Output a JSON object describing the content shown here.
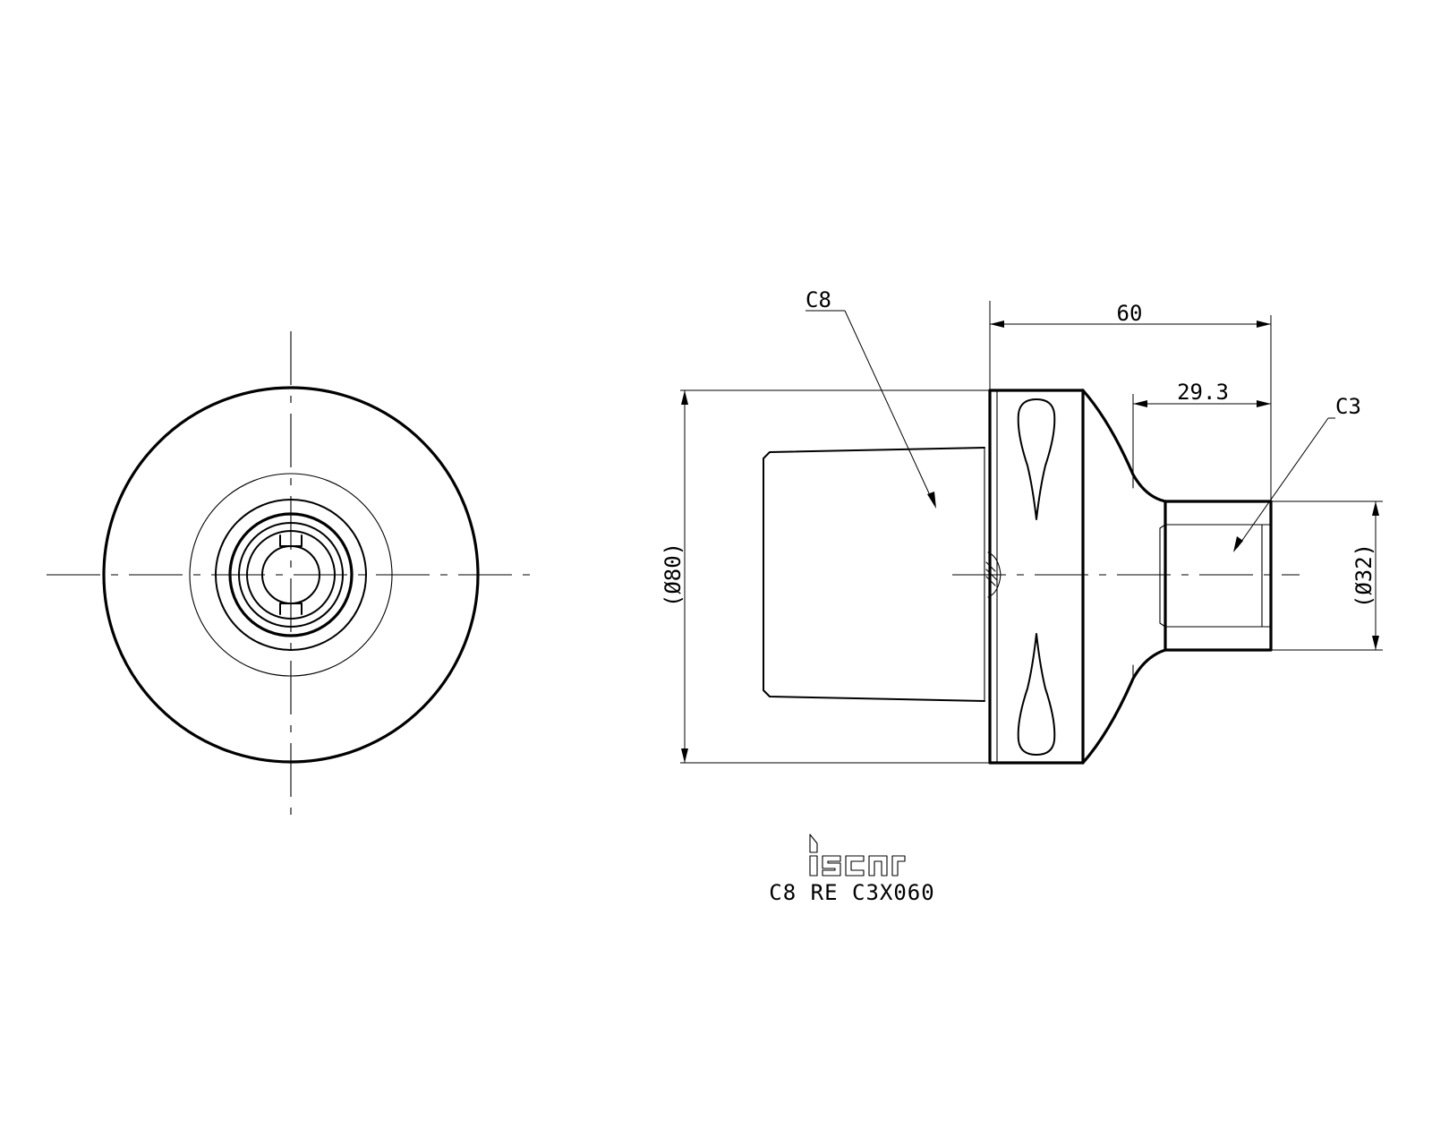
{
  "drawing": {
    "labels": {
      "conn_left": "C8",
      "conn_right": "C3",
      "len_total": "60",
      "len_neck": "29.3",
      "dia_flange": "(Ø80)",
      "dia_shank": "(Ø32)"
    },
    "logo_text": "iscar",
    "part_number": "C8 RE C3X060"
  }
}
